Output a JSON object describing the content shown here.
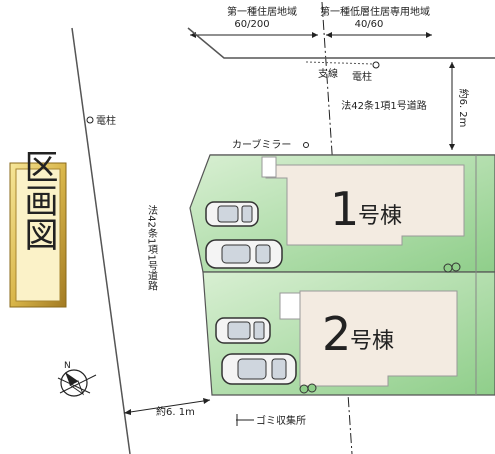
{
  "zones": {
    "left_name": "第一種住居地域",
    "left_ratio": "60/200",
    "right_name": "第一種低層住居専用地域",
    "right_ratio": "40/60"
  },
  "labels": {
    "guy_wire": "支線",
    "pole_top": "電柱",
    "pole_left": "電柱",
    "road_top": "法42条1項1号道路",
    "road_top_width": "約6. 2m",
    "curve_mirror": "カーブミラー",
    "road_left": "法42条1項1号道路",
    "road_left_width": "約6. 1m",
    "garbage": "ゴミ収集所",
    "badge": "区画図",
    "compass_north": "N"
  },
  "lots": [
    {
      "number": "1",
      "suffix": "号棟"
    },
    {
      "number": "2",
      "suffix": "号棟"
    }
  ],
  "colors": {
    "lot_green": "#8fce8a",
    "building_beige": "#f3ebe1",
    "badge_gold": "#c8a43a"
  }
}
